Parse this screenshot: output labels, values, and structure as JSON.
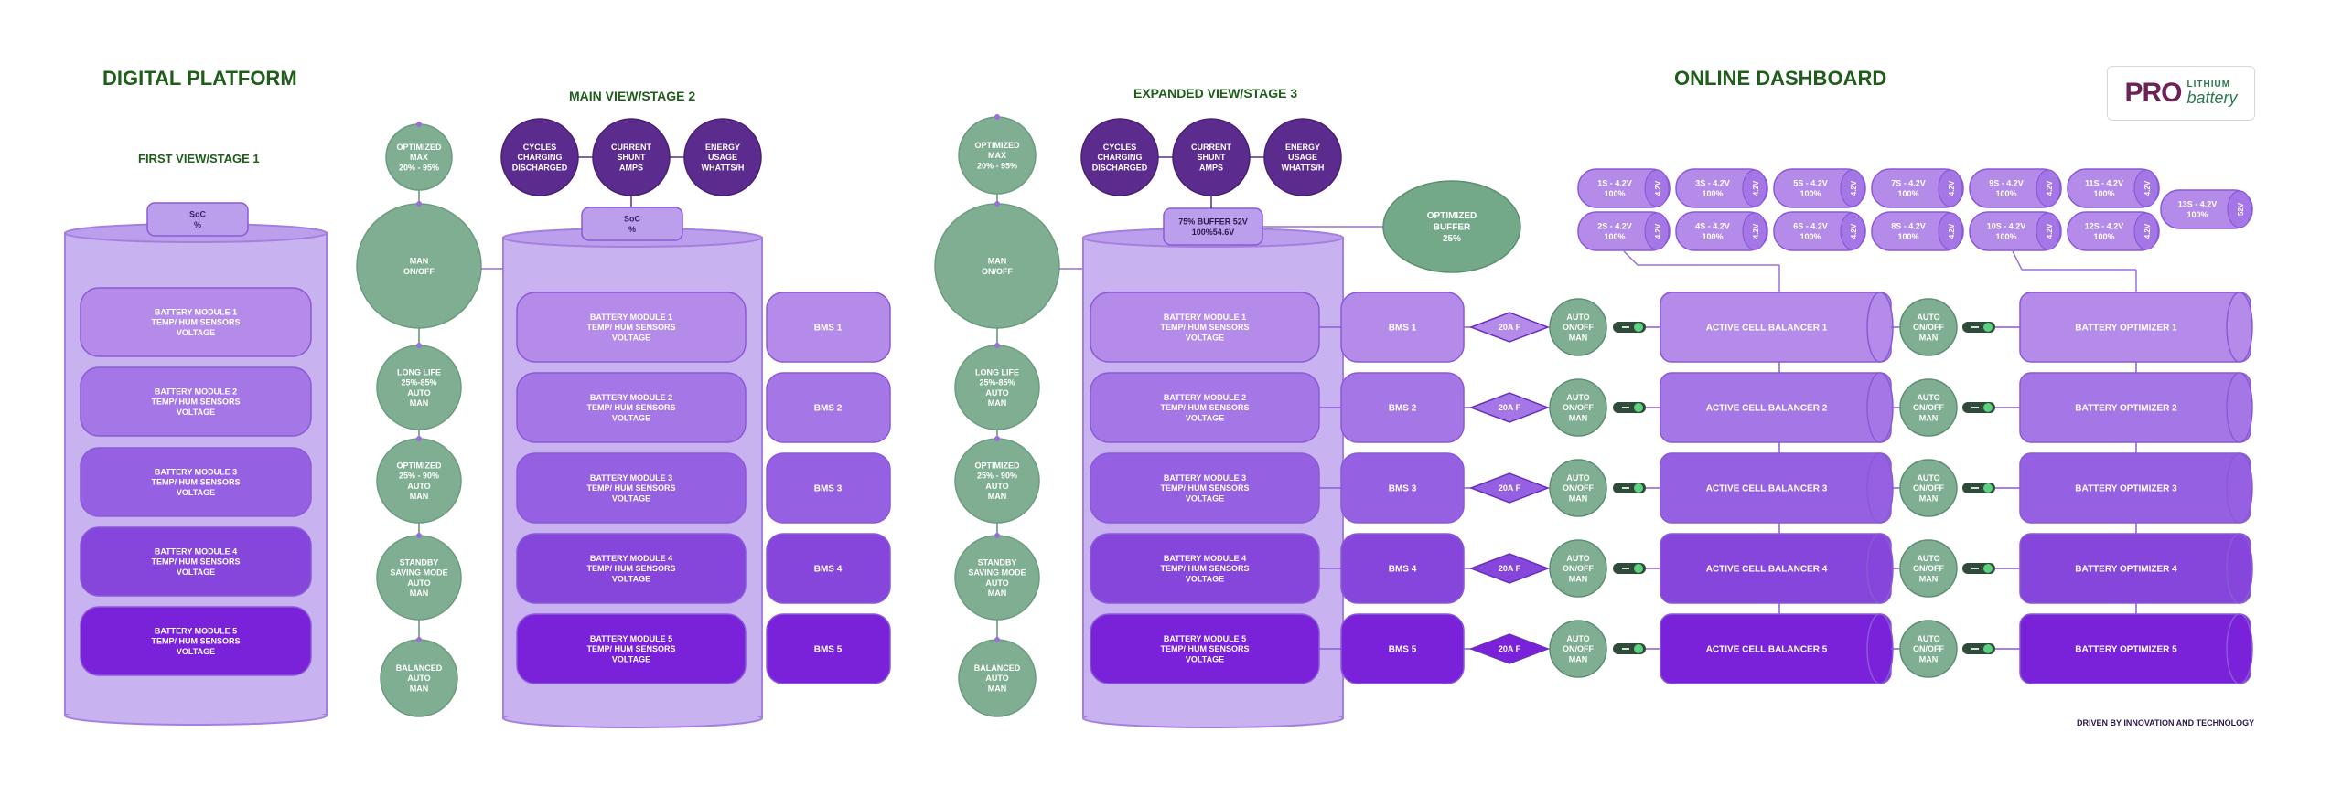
{
  "titles": {
    "digital_platform": "DIGITAL PLATFORM",
    "first_view": "FIRST VIEW/STAGE 1",
    "main_view": "MAIN VIEW/STAGE 2",
    "expanded_view": "EXPANDED VIEW/STAGE 3",
    "online_dashboard": "ONLINE DASHBOARD"
  },
  "footer": "DRIVEN BY INNOVATION AND TECHNOLOGY",
  "logo": {
    "pro": "PRO",
    "lithium": "LITHIUM",
    "battery": "battery"
  },
  "soc": {
    "line1": "SoC",
    "line2": "%"
  },
  "buffer": {
    "line1": "75% BUFFER 52V",
    "line2": "100%54.6V"
  },
  "optimized_buffer": {
    "line1": "OPTIMIZED",
    "line2": "BUFFER",
    "line3": "25%"
  },
  "modules": [
    {
      "name": "BATTERY MODULE 1",
      "sub": "TEMP/ HUM SENSORS",
      "sub2": "VOLTAGE"
    },
    {
      "name": "BATTERY MODULE 2",
      "sub": "TEMP/ HUM SENSORS",
      "sub2": "VOLTAGE"
    },
    {
      "name": "BATTERY MODULE 3",
      "sub": "TEMP/ HUM SENSORS",
      "sub2": "VOLTAGE"
    },
    {
      "name": "BATTERY MODULE 4",
      "sub": "TEMP/ HUM SENSORS",
      "sub2": "VOLTAGE"
    },
    {
      "name": "BATTERY MODULE 5",
      "sub": "TEMP/ HUM SENSORS",
      "sub2": "VOLTAGE"
    }
  ],
  "bms": [
    "BMS 1",
    "BMS 2",
    "BMS 3",
    "BMS 4",
    "BMS 5"
  ],
  "fuse": "20A F",
  "auto_man": [
    "AUTO",
    "ON/OFF",
    "MAN"
  ],
  "balancers": [
    "ACTIVE CELL BALANCER 1",
    "ACTIVE CELL BALANCER 2",
    "ACTIVE CELL BALANCER 3",
    "ACTIVE CELL BALANCER 4",
    "ACTIVE CELL BALANCER 5"
  ],
  "optimizers": [
    "BATTERY OPTIMIZER 1",
    "BATTERY OPTIMIZER 2",
    "BATTERY OPTIMIZER 3",
    "BATTERY OPTIMIZER 4",
    "BATTERY OPTIMIZER 5"
  ],
  "modes": [
    [
      "OPTIMIZED",
      "MAX",
      "20% - 95%"
    ],
    [
      "MAN",
      "ON/OFF"
    ],
    [
      "LONG LIFE",
      "25%-85%",
      "AUTO",
      "MAN"
    ],
    [
      "OPTIMIZED",
      "25% - 90%",
      "AUTO",
      "MAN"
    ],
    [
      "STANDBY",
      "SAVING MODE",
      "AUTO",
      "MAN"
    ],
    [
      "BALANCED",
      "AUTO",
      "MAN"
    ]
  ],
  "metrics": [
    [
      "CYCLES",
      "CHARGING",
      "DISCHARGED"
    ],
    [
      "CURRENT",
      "SHUNT",
      "AMPS"
    ],
    [
      "ENERGY",
      "USAGE",
      "WHATTS/H"
    ]
  ],
  "cells_row1": [
    [
      "1S - 4.2V",
      "100%"
    ],
    [
      "3S - 4.2V",
      "100%"
    ],
    [
      "5S - 4.2V",
      "100%"
    ],
    [
      "7S - 4.2V",
      "100%"
    ],
    [
      "9S - 4.2V",
      "100%"
    ],
    [
      "11S - 4.2V",
      "100%"
    ]
  ],
  "cells_row2": [
    [
      "2S - 4.2V",
      "100%"
    ],
    [
      "4S - 4.2V",
      "100%"
    ],
    [
      "6S - 4.2V",
      "100%"
    ],
    [
      "8S - 4.2V",
      "100%"
    ],
    [
      "10S - 4.2V",
      "100%"
    ],
    [
      "12S - 4.2V",
      "100%"
    ]
  ],
  "cell_cap": "4.2V",
  "cell_13": [
    "13S - 4.2V",
    "100%"
  ],
  "cell_13_cap": "52V",
  "colors": {
    "title_green": "#1e5d1a",
    "node_green": "#7fae93",
    "metric_purple": "#5b2c8e",
    "module_shades": [
      "#b48be8",
      "#a577e6",
      "#9660e2",
      "#8646dc",
      "#7a22da"
    ],
    "tank": "#c9b2f0"
  }
}
